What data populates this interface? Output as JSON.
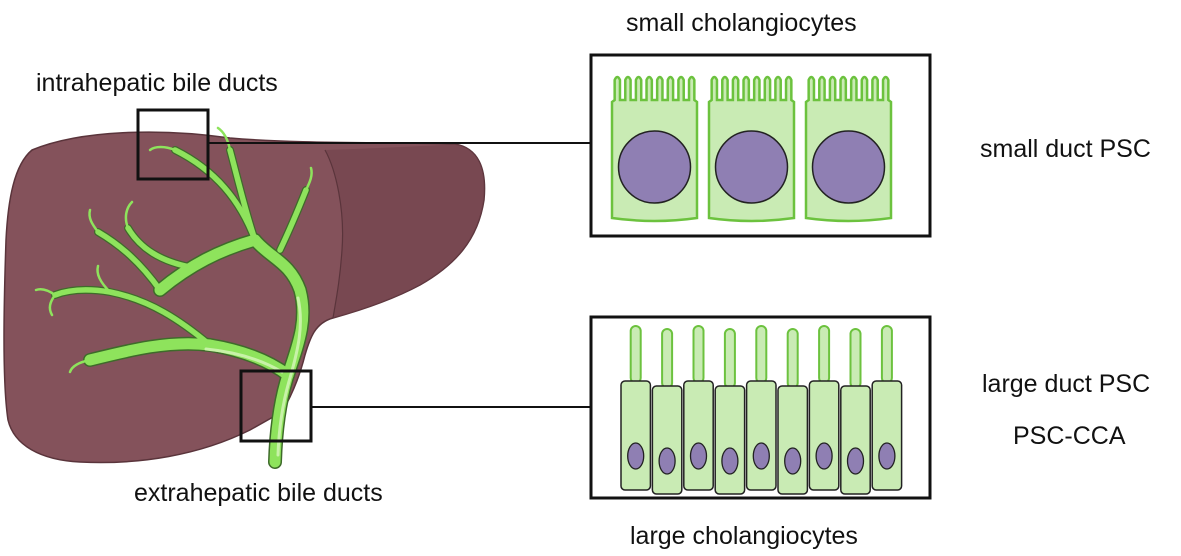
{
  "labels": {
    "intrahepatic": "intrahepatic bile ducts",
    "extrahepatic": "extrahepatic bile ducts",
    "small_cholangiocytes": "small cholangiocytes",
    "large_cholangiocytes": "large cholangiocytes",
    "small_duct_psc": "small duct PSC",
    "large_duct_psc": "large duct PSC",
    "psc_cca": "PSC-CCA"
  },
  "colors": {
    "liver": "#84525b",
    "liver_shadow": "#70414a",
    "duct": "#8ee35c",
    "duct_light": "#c8f2a8",
    "cell_fill": "#c9ebb4",
    "cell_stroke": "#6cc23e",
    "nucleus": "#8f7fb3",
    "outline": "#111111"
  },
  "cells": {
    "small_count": 3,
    "large_count": 9
  }
}
